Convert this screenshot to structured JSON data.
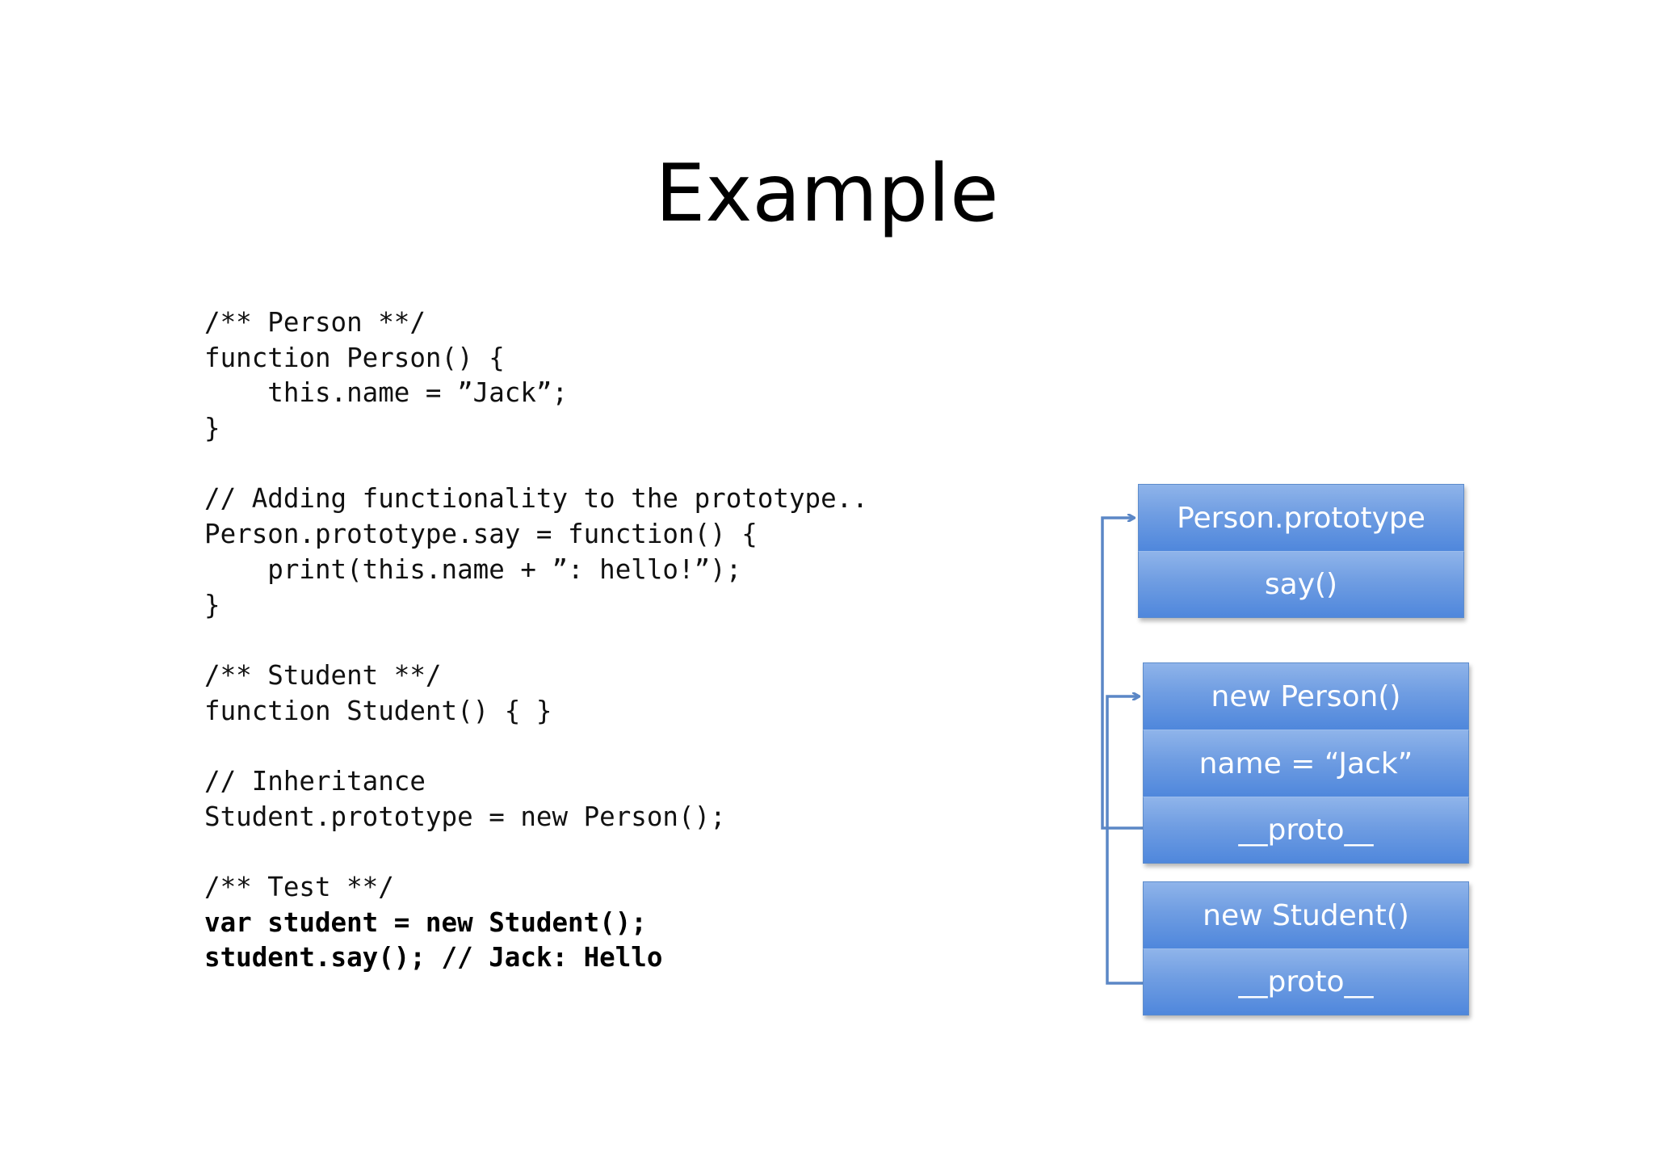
{
  "slide": {
    "title": "Example"
  },
  "code": {
    "lines": [
      {
        "text": "/** Person **/",
        "bold": false
      },
      {
        "text": "function Person() {",
        "bold": false
      },
      {
        "text": "    this.name = ”Jack”;",
        "bold": false
      },
      {
        "text": "}",
        "bold": false
      },
      {
        "text": "",
        "bold": false
      },
      {
        "text": "// Adding functionality to the prototype..",
        "bold": false
      },
      {
        "text": "Person.prototype.say = function() {",
        "bold": false
      },
      {
        "text": "    print(this.name + ”: hello!”);",
        "bold": false
      },
      {
        "text": "}",
        "bold": false
      },
      {
        "text": "",
        "bold": false
      },
      {
        "text": "/** Student **/",
        "bold": false
      },
      {
        "text": "function Student() { }",
        "bold": false
      },
      {
        "text": "",
        "bold": false
      },
      {
        "text": "// Inheritance",
        "bold": false
      },
      {
        "text": "Student.prototype = new Person();",
        "bold": false
      },
      {
        "text": "",
        "bold": false
      },
      {
        "text": "/** Test **/",
        "bold": false
      },
      {
        "text": "var student = new Student();",
        "bold": true
      },
      {
        "text": "student.say(); // Jack: Hello",
        "bold": true
      }
    ]
  },
  "diagram": {
    "colors": {
      "box_fill": "#6f9de2",
      "box_border": "#5d8ccc",
      "connector": "#5b87c6",
      "label": "#ffffff"
    },
    "person_prototype": {
      "title": "Person.prototype",
      "method": "say()"
    },
    "person_instance": {
      "title": "new Person()",
      "property": "name = “Jack”",
      "proto": "__proto__"
    },
    "student_instance": {
      "title": "new Student()",
      "proto": "__proto__"
    }
  }
}
